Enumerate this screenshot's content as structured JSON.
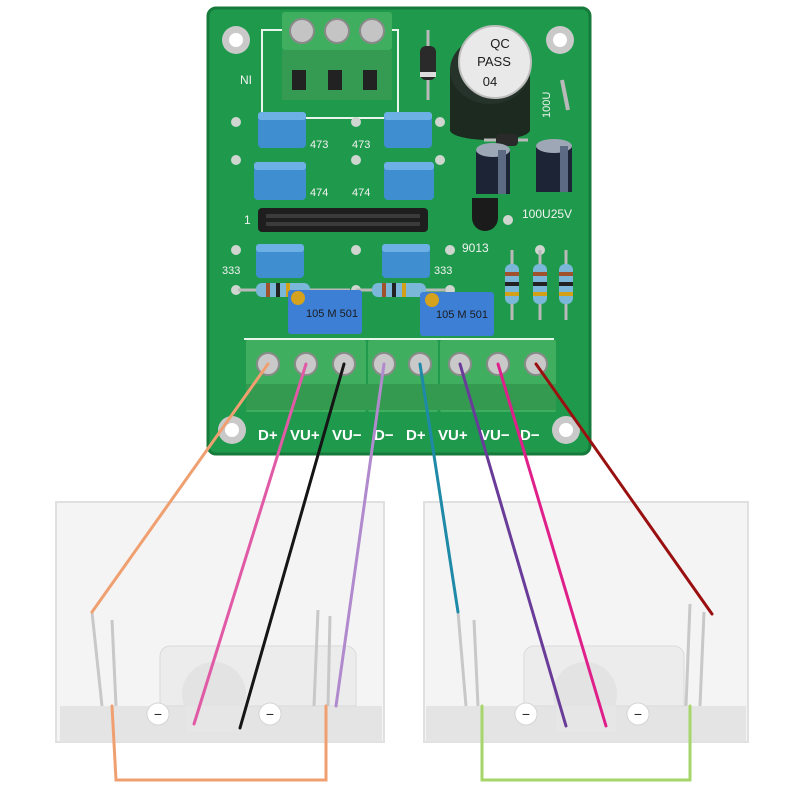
{
  "board": {
    "silkscreen": {
      "input_label": "NI",
      "cap_label_1": "100U25V",
      "cap_label_2": "100U",
      "transistor_label": "9013",
      "pin_one_label": "1",
      "resistor_labels": [
        "473",
        "473",
        "474",
        "474",
        "333",
        "333"
      ]
    },
    "sticker": {
      "line1": "QC",
      "line2": "PASS",
      "line3": "04"
    },
    "potentiometer_label": "105 M 501",
    "terminal_labels": [
      "D+",
      "VU+",
      "VU−",
      "D−",
      "D+",
      "VU+",
      "VU−",
      "D−"
    ]
  },
  "meters": {
    "left_polarity_marks": [
      "−",
      "−"
    ],
    "right_polarity_marks": [
      "−",
      "−"
    ]
  },
  "wire_colors": [
    "#f0a070",
    "#e05aa6",
    "#151515",
    "#b08acd",
    "#1e8aa8",
    "#6a3c9a",
    "#e0208a",
    "#9a1010"
  ],
  "colors": {
    "pcb": "#1f9a4c",
    "terminal_block": "#3fae5e",
    "meter_body": "#f4f4f4",
    "left_loop_wire": "#f0a070",
    "right_loop_wire": "#a6d66a"
  }
}
